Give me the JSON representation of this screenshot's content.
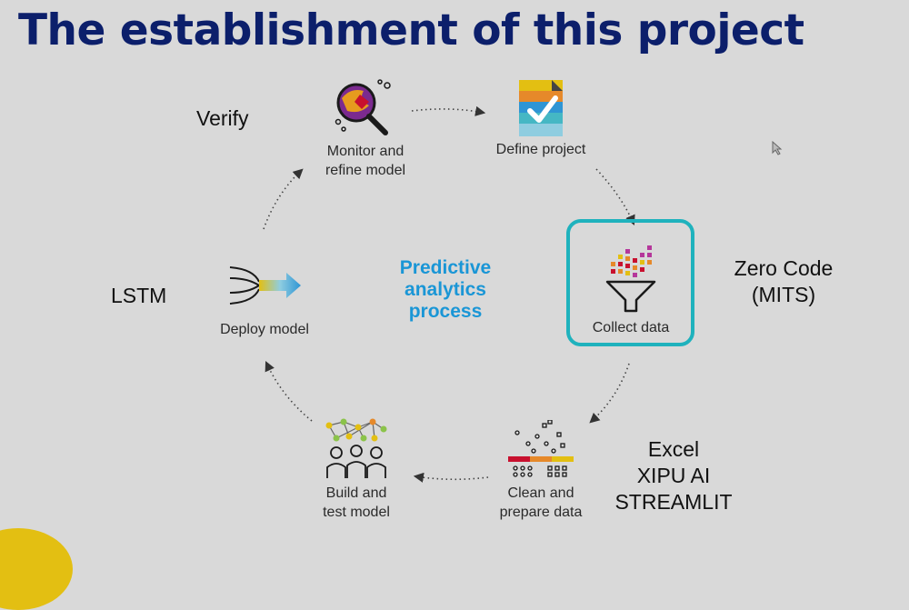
{
  "title": "The establishment of this project",
  "center_label": "Predictive\nanalytics\nprocess",
  "steps": {
    "monitor": "Monitor and\nrefine model",
    "define": "Define project",
    "collect": "Collect data",
    "clean": "Clean and\nprepare data",
    "build": "Build and\ntest model",
    "deploy": "Deploy model"
  },
  "notes": {
    "verify": "Verify",
    "zero_code": "Zero Code\n(MITS)",
    "tools": "Excel\nXIPU AI\nSTREAMLIT",
    "lstm": "LSTM"
  },
  "colors": {
    "title": "#0c1f6b",
    "center_text": "#1a96d6",
    "highlight_border": "#1fb2bd",
    "accent_yellow": "#e3bf12"
  }
}
